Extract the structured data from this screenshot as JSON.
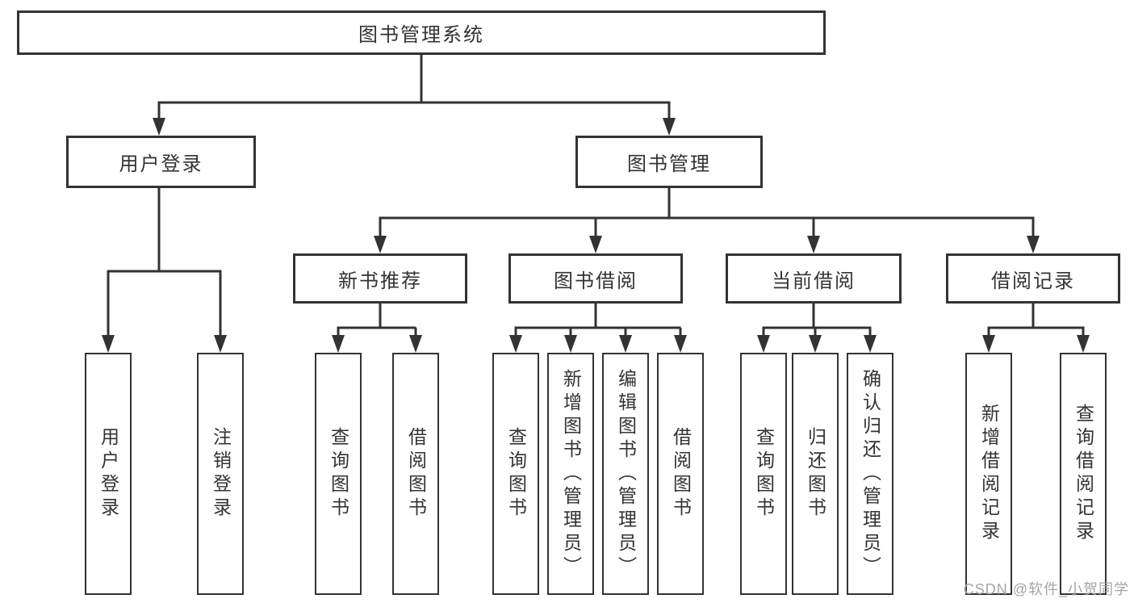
{
  "diagram": {
    "root": {
      "label": "图书管理系统"
    },
    "level2": [
      {
        "label": "用户登录"
      },
      {
        "label": "图书管理"
      }
    ],
    "level3": [
      {
        "label": "新书推荐"
      },
      {
        "label": "图书借阅"
      },
      {
        "label": "当前借阅"
      },
      {
        "label": "借阅记录"
      }
    ],
    "leaves": [
      {
        "label": "用户登录"
      },
      {
        "label": "注销登录"
      },
      {
        "label": "查询图书"
      },
      {
        "label": "借阅图书"
      },
      {
        "label": "查询图书"
      },
      {
        "label": "新增图书（管理员）"
      },
      {
        "label": "编辑图书（管理员）"
      },
      {
        "label": "借阅图书"
      },
      {
        "label": "查询图书"
      },
      {
        "label": "归还图书"
      },
      {
        "label": "确认归还（管理员）"
      },
      {
        "label": "新增借阅记录"
      },
      {
        "label": "查询借阅记录"
      }
    ]
  },
  "watermark": {
    "text": "CSDN @软件_小贺同学"
  },
  "colors": {
    "line": "#333333",
    "text": "#333333",
    "watermark": "#a5a5a5",
    "background": "#ffffff"
  }
}
